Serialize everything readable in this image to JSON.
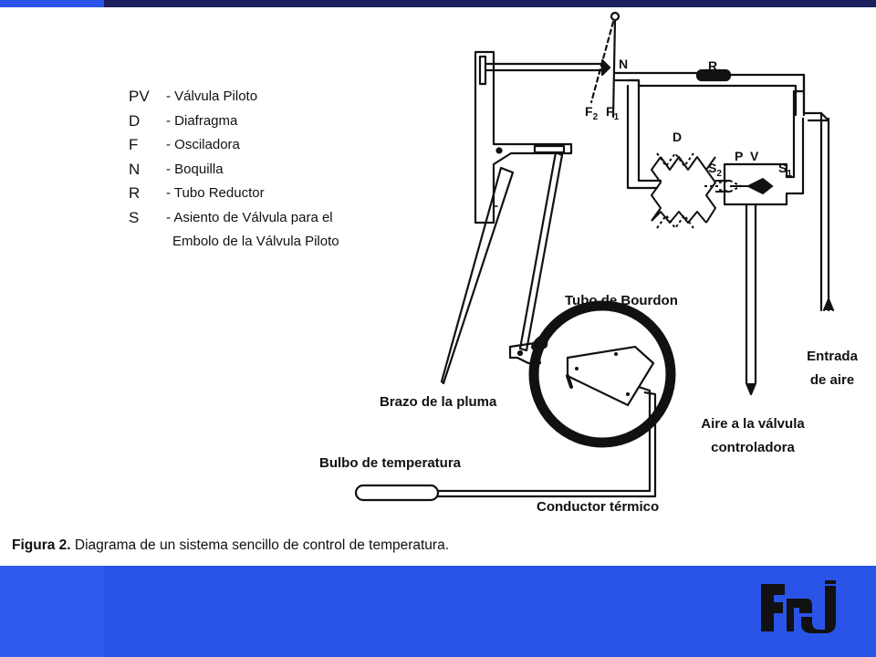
{
  "legend": [
    {
      "abbr": "PV",
      "desc": "Válvula Piloto"
    },
    {
      "abbr": "D",
      "desc": "Diafragma"
    },
    {
      "abbr": "F",
      "desc": "Osciladora"
    },
    {
      "abbr": "N",
      "desc": "Boquilla"
    },
    {
      "abbr": "R",
      "desc": "Tubo Reductor"
    },
    {
      "abbr": "S",
      "desc": "Asiento de Válvula para el"
    }
  ],
  "legend_continuation": "Embolo de la Válvula Piloto",
  "labels": {
    "tubo_bourdon": "Tubo de Bourdon",
    "brazo_pluma": "Brazo de la pluma",
    "bulbo": "Bulbo de temperatura",
    "conductor": "Conductor térmico",
    "aire_valvula_1": "Aire a la válvula",
    "aire_valvula_2": "controladora",
    "entrada_1": "Entrada",
    "entrada_2": "de aire"
  },
  "diagram_letters": {
    "N": "N",
    "R": "R",
    "D": "D",
    "PV": "P V",
    "F2": "F",
    "F2_sub": "2",
    "F1": "F",
    "F1_sub": "1",
    "S2": "S",
    "S2_sub": "2",
    "S1": "S",
    "S1_sub": "1"
  },
  "caption": {
    "prefix": "Figura 2.",
    "text": " Diagrama de un sistema sencillo de control de temperatura."
  },
  "colors": {
    "band_blue": "#2a54e8",
    "top_bar": "#1c1f5e",
    "logo": "#111111"
  }
}
